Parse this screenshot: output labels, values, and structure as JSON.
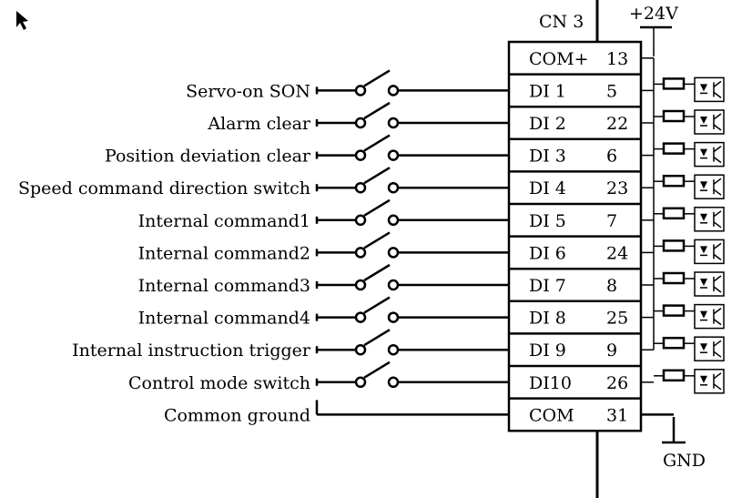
{
  "connector": {
    "name": "CN 3",
    "supply": "+24V",
    "ground": "GND"
  },
  "pins": [
    {
      "signal": "COM+",
      "pin": "13",
      "label": ""
    },
    {
      "signal": "DI 1",
      "pin": "5",
      "label": "Servo-on SON"
    },
    {
      "signal": "DI 2",
      "pin": "22",
      "label": "Alarm clear"
    },
    {
      "signal": "DI 3",
      "pin": "6",
      "label": "Position deviation clear"
    },
    {
      "signal": "DI 4",
      "pin": "23",
      "label": "Speed command direction switch"
    },
    {
      "signal": "DI 5",
      "pin": "7",
      "label": "Internal command1"
    },
    {
      "signal": "DI 6",
      "pin": "24",
      "label": "Internal command2"
    },
    {
      "signal": "DI 7",
      "pin": "8",
      "label": "Internal command3"
    },
    {
      "signal": "DI 8",
      "pin": "25",
      "label": "Internal command4"
    },
    {
      "signal": "DI 9",
      "pin": "9",
      "label": "Internal instruction trigger"
    },
    {
      "signal": "DI10",
      "pin": "26",
      "label": "Control mode switch"
    },
    {
      "signal": "COM",
      "pin": "31",
      "label": "Common ground"
    }
  ]
}
